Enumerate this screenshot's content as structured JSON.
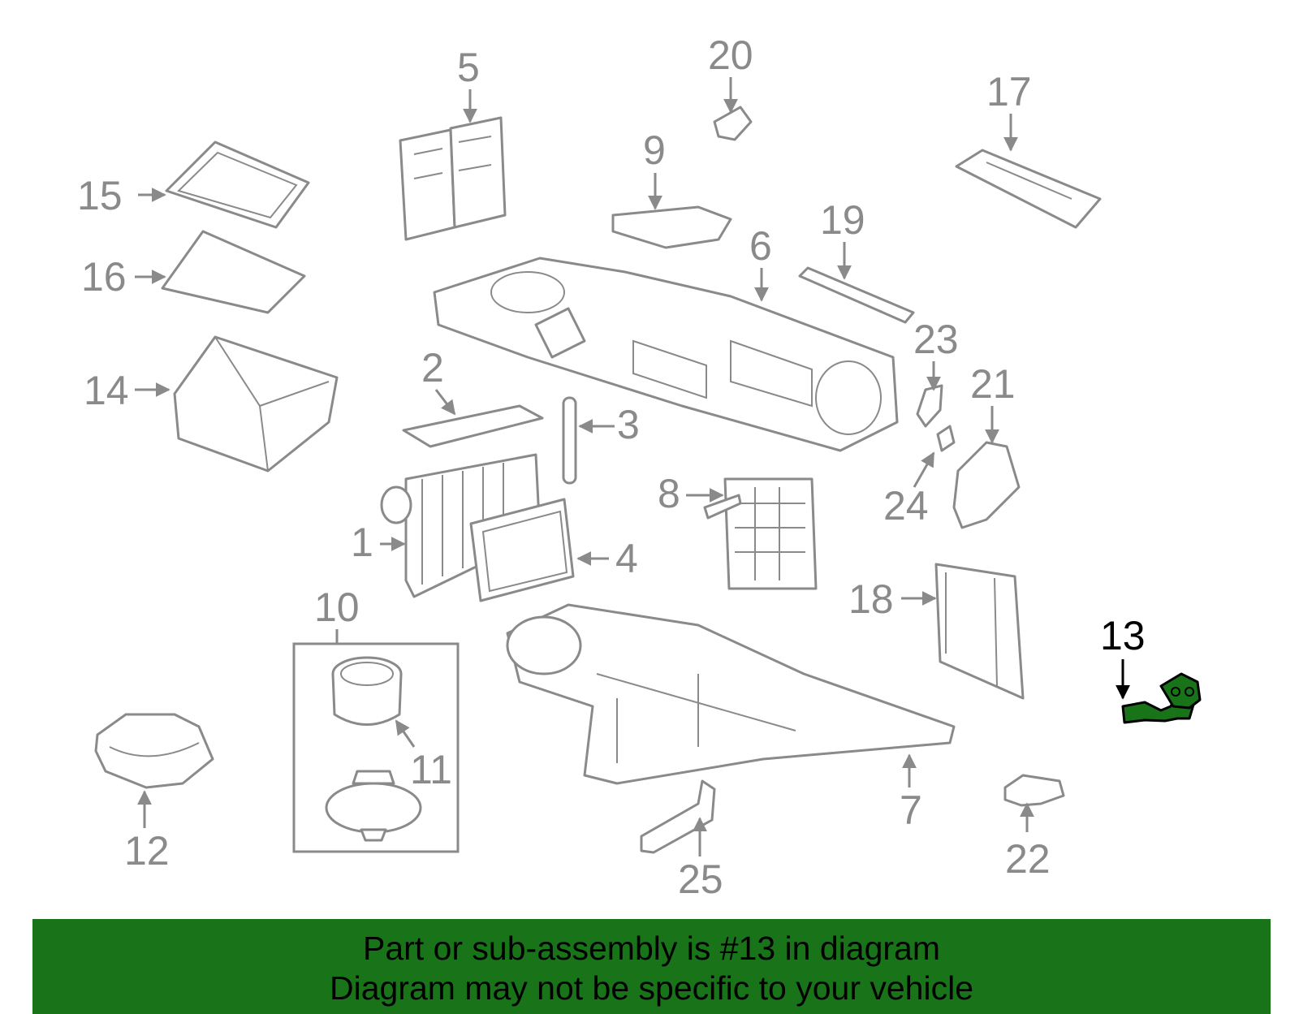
{
  "highlight_color": "#197319",
  "callout_color": "#8a8a8a",
  "active_callout": "13",
  "callouts": {
    "c1": "1",
    "c2": "2",
    "c3": "3",
    "c4": "4",
    "c5": "5",
    "c6": "6",
    "c7": "7",
    "c8": "8",
    "c9": "9",
    "c10": "10",
    "c11": "11",
    "c12": "12",
    "c13": "13",
    "c14": "14",
    "c15": "15",
    "c16": "16",
    "c17": "17",
    "c18": "18",
    "c19": "19",
    "c20": "20",
    "c21": "21",
    "c22": "22",
    "c23": "23",
    "c24": "24",
    "c25": "25"
  },
  "banner": {
    "line1": "Part or sub-assembly is #13 in diagram",
    "line2": "Diagram may not be specific to your vehicle"
  }
}
